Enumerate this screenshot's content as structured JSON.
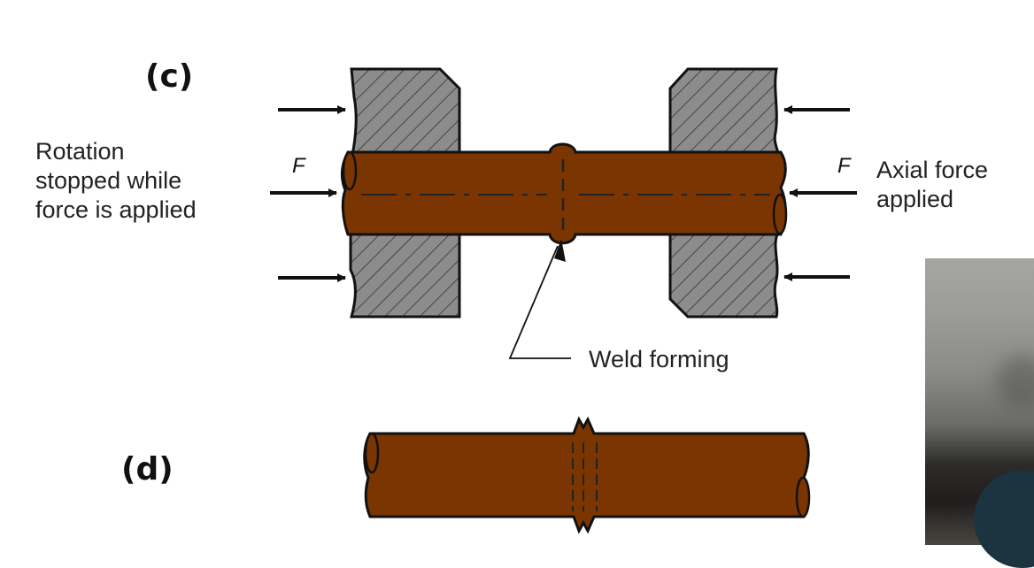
{
  "panels": {
    "c": {
      "label": "(c)",
      "left_caption": [
        "Rotation",
        "stopped while",
        "force is applied"
      ],
      "right_caption": [
        "Axial force",
        "applied"
      ],
      "force_symbol_left": "F",
      "force_symbol_right": "F",
      "callout": "Weld forming"
    },
    "d": {
      "label": "(d)"
    }
  },
  "colors": {
    "workpiece": "#7b3500",
    "chuck": "#8c8c8c",
    "outline": "#111111"
  },
  "video_thumbnail": {
    "description": "blurred presenter webcam feed"
  }
}
